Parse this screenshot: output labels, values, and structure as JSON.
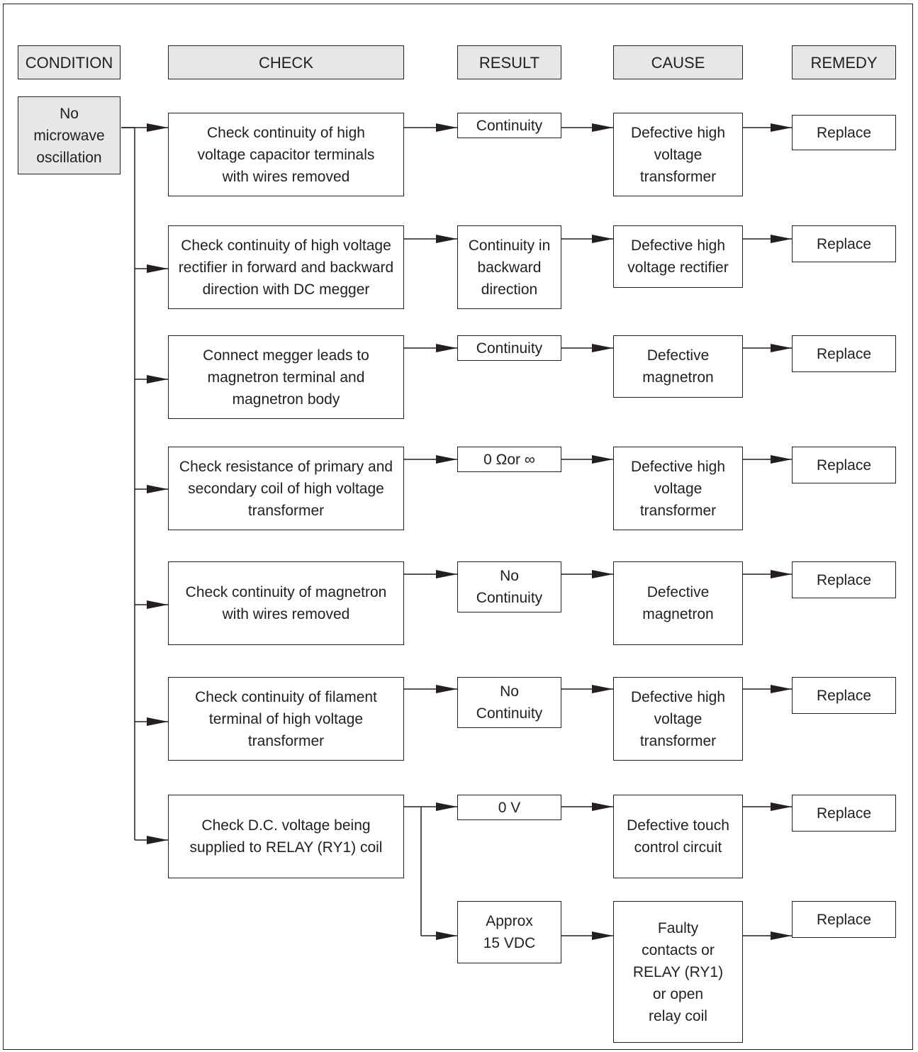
{
  "headers": {
    "condition": "CONDITION",
    "check": "CHECK",
    "result": "RESULT",
    "cause": "CAUSE",
    "remedy": "REMEDY"
  },
  "condition": "No\nmicrowave\noscillation",
  "rows": [
    {
      "check": "Check continuity of high\nvoltage capacitor terminals\nwith wires removed",
      "result": "Continuity",
      "cause": "Defective high\nvoltage\ntransformer",
      "remedy": "Replace"
    },
    {
      "check": "Check continuity of high voltage\nrectifier in forward and backward\ndirection with DC megger",
      "result": "Continuity in\nbackward\ndirection",
      "cause": "Defective high\nvoltage rectifier",
      "remedy": "Replace"
    },
    {
      "check": "Connect megger leads to\nmagnetron terminal and\nmagnetron body",
      "result": "Continuity",
      "cause": "Defective\nmagnetron",
      "remedy": "Replace"
    },
    {
      "check": "Check resistance of primary and\nsecondary coil of high voltage\ntransformer",
      "result": "0 Ωor ∞",
      "cause": "Defective high\nvoltage\ntransformer",
      "remedy": "Replace"
    },
    {
      "check": "Check continuity of magnetron\nwith wires removed",
      "result": "No\nContinuity",
      "cause": "Defective\nmagnetron",
      "remedy": "Replace"
    },
    {
      "check": "Check continuity of filament\nterminal of high voltage\ntransformer",
      "result": "No\nContinuity",
      "cause": "Defective high\nvoltage\ntransformer",
      "remedy": "Replace"
    },
    {
      "check": "Check D.C. voltage being\nsupplied to RELAY (RY1) coil",
      "result": "0 V",
      "cause": "Defective touch\ncontrol circuit",
      "remedy": "Replace"
    },
    {
      "result": "Approx\n15 VDC",
      "cause": "Faulty\ncontacts or\nRELAY (RY1)\nor open\nrelay coil",
      "remedy": "Replace"
    }
  ]
}
